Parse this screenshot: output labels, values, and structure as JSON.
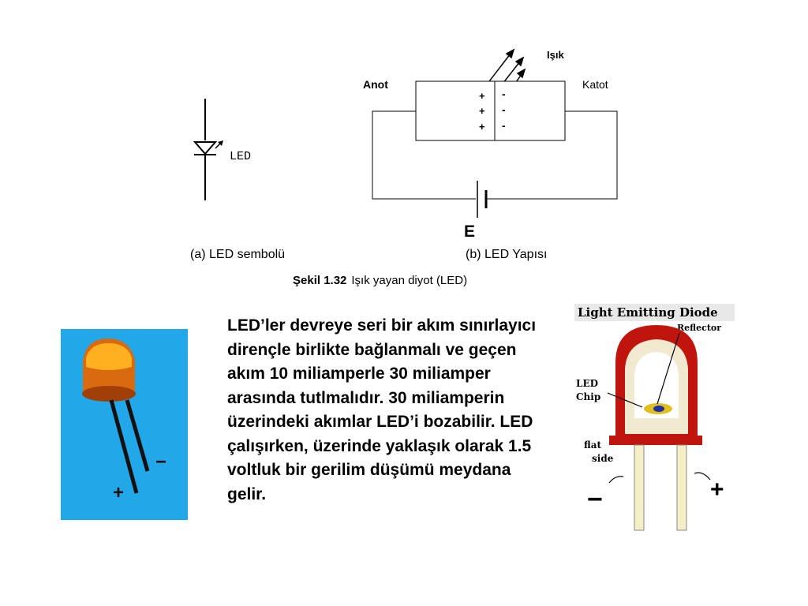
{
  "symbol_diagram": {
    "label": "LED",
    "caption": "(a) LED sembolü"
  },
  "structure_diagram": {
    "light_label": "Işık",
    "anode_label": "Anot",
    "cathode_label": "Katot",
    "p_side_signs": [
      "+",
      "+",
      "+"
    ],
    "n_side_signs": [
      "-",
      "-",
      "-"
    ],
    "source_label": "E",
    "caption": "(b) LED Yapısı"
  },
  "figure_caption": {
    "number": "Şekil 1.32",
    "text": "Işık yayan diyot (LED)"
  },
  "body_paragraph": "LED’ler devreye seri bir akım sınırlayıcı dirençle birlikte bağlanmalı ve geçen akım 10 miliamperle 30 miliamper arasında tutlmalıdır. 30 miliamperin üzerindeki akımlar LED’i bozabilir. LED çalışırken, üzerinde yaklaşık olarak 1.5 voltluk bir gerilim düşümü meydana gelir.",
  "photo_panel": {
    "plus_sign": "+",
    "minus_sign": "−",
    "background_color": "#22a8e8",
    "lens_color": "#d96a10"
  },
  "cutaway_illustration": {
    "title": "Light Emitting Diode",
    "reflector_label": "Reflector",
    "chip_label_line1": "LED",
    "chip_label_line2": "Chip",
    "flat_side_line1": "flat",
    "flat_side_line2": "side",
    "minus_sign": "−",
    "plus_sign": "+",
    "dome_color": "#c0150c"
  }
}
